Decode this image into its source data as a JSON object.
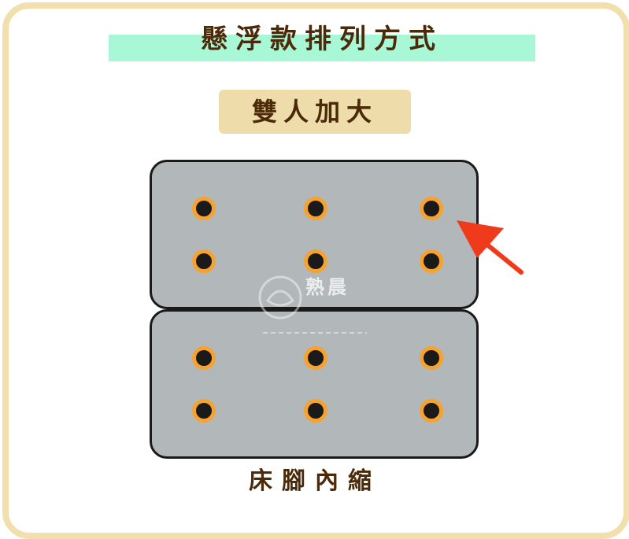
{
  "diagram": {
    "title": "懸浮款排列方式",
    "size_label": "雙人加大",
    "caption": "床腳內縮",
    "watermark_title": "熟晨",
    "colors": {
      "frame": "#f1dfae",
      "title_highlight": "#a8f8d8",
      "badge": "#eedcaa",
      "mattress": "#b2b8b9",
      "leg_ring": "#f7a22e",
      "leg_center": "#1a1a1a",
      "arrow": "#f03a1c",
      "text": "#4a2a08"
    },
    "mattresses": [
      {
        "name": "mattress-top",
        "leg_grid": {
          "rows": 2,
          "cols": 3
        }
      },
      {
        "name": "mattress-bottom",
        "leg_grid": {
          "rows": 2,
          "cols": 3
        }
      }
    ],
    "arrow_icon": "red-arrow-icon",
    "watermark_icon": "brand-logo-icon"
  }
}
